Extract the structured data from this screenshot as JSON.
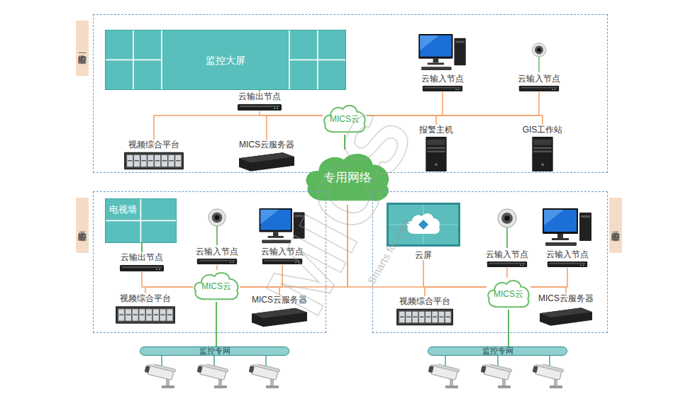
{
  "diagram": {
    "nodes": [
      {
        "text": [
          "一级监控中心"
        ]
      },
      {
        "text": [
          "监控大屏"
        ],
        "in": 0
      },
      {
        "text": [
          "云输出节点"
        ],
        "in": 0
      },
      {
        "text": [
          "MICS云"
        ],
        "in": 0
      },
      {
        "text": [
          "视频综合平台"
        ],
        "in": 0
      },
      {
        "text": [
          "MICS云服务器"
        ],
        "in": 0
      },
      {
        "text": [
          "云输入节点"
        ],
        "in": 0
      },
      {
        "text": [
          "云输入节点"
        ],
        "in": 0
      },
      {
        "text": [
          "报警主机"
        ],
        "in": 0
      },
      {
        "text": [
          "GIS工作站"
        ],
        "in": 0
      },
      {
        "text": [
          "专用网络"
        ]
      },
      {
        "text": [
          "二级监控中心"
        ]
      },
      {
        "text": [
          "电视墙"
        ],
        "in": 11
      },
      {
        "text": [
          "云输出节点"
        ],
        "in": 11
      },
      {
        "text": [
          "云输入节点"
        ],
        "in": 11
      },
      {
        "text": [
          "云输入节点"
        ],
        "in": 11
      },
      {
        "text": [
          "MICS云"
        ],
        "in": 11
      },
      {
        "text": [
          "视频综合平台"
        ],
        "in": 11
      },
      {
        "text": [
          "MICS云服务器"
        ],
        "in": 11
      },
      {
        "text": [
          "二级监控中心"
        ]
      },
      {
        "text": [
          "云屏"
        ],
        "in": 19
      },
      {
        "text": [
          "云输入节点"
        ],
        "in": 19
      },
      {
        "text": [
          "云输入节点"
        ],
        "in": 19
      },
      {
        "text": [
          "MICS云"
        ],
        "in": 19
      },
      {
        "text": [
          "视频综合平台"
        ],
        "in": 19
      },
      {
        "text": [
          "MICS云服务器"
        ],
        "in": 19
      },
      {
        "text": [
          "监控专网"
        ]
      },
      {
        "text": [
          "监控专网"
        ]
      }
    ],
    "edges": [
      {
        "from": 1,
        "to": 2,
        "arrow": "none"
      },
      {
        "from": 2,
        "to": 3,
        "arrow": "none"
      },
      {
        "from": 4,
        "to": 3,
        "arrow": "none"
      },
      {
        "from": 5,
        "to": 3,
        "arrow": "none"
      },
      {
        "from": 6,
        "to": 3,
        "arrow": "none"
      },
      {
        "from": 7,
        "to": 3,
        "arrow": "none"
      },
      {
        "from": 8,
        "to": 3,
        "arrow": "none"
      },
      {
        "from": 9,
        "to": 3,
        "arrow": "none"
      },
      {
        "from": 3,
        "to": 10,
        "arrow": "none"
      },
      {
        "from": 10,
        "to": 16,
        "arrow": "none"
      },
      {
        "from": 10,
        "to": 23,
        "arrow": "none"
      },
      {
        "from": 12,
        "to": 13,
        "arrow": "none"
      },
      {
        "from": 13,
        "to": 16,
        "arrow": "none"
      },
      {
        "from": 14,
        "to": 16,
        "arrow": "none"
      },
      {
        "from": 15,
        "to": 16,
        "arrow": "none"
      },
      {
        "from": 17,
        "to": 16,
        "arrow": "none"
      },
      {
        "from": 18,
        "to": 16,
        "arrow": "none"
      },
      {
        "from": 16,
        "to": 26,
        "arrow": "none"
      },
      {
        "from": 20,
        "to": 23,
        "arrow": "none"
      },
      {
        "from": 21,
        "to": 23,
        "arrow": "none"
      },
      {
        "from": 22,
        "to": 23,
        "arrow": "none"
      },
      {
        "from": 24,
        "to": 23,
        "arrow": "none"
      },
      {
        "from": 25,
        "to": 23,
        "arrow": "none"
      },
      {
        "from": 23,
        "to": 27,
        "arrow": "none"
      }
    ],
    "labels": [
      "MICS",
      "Smarts for view"
    ]
  }
}
